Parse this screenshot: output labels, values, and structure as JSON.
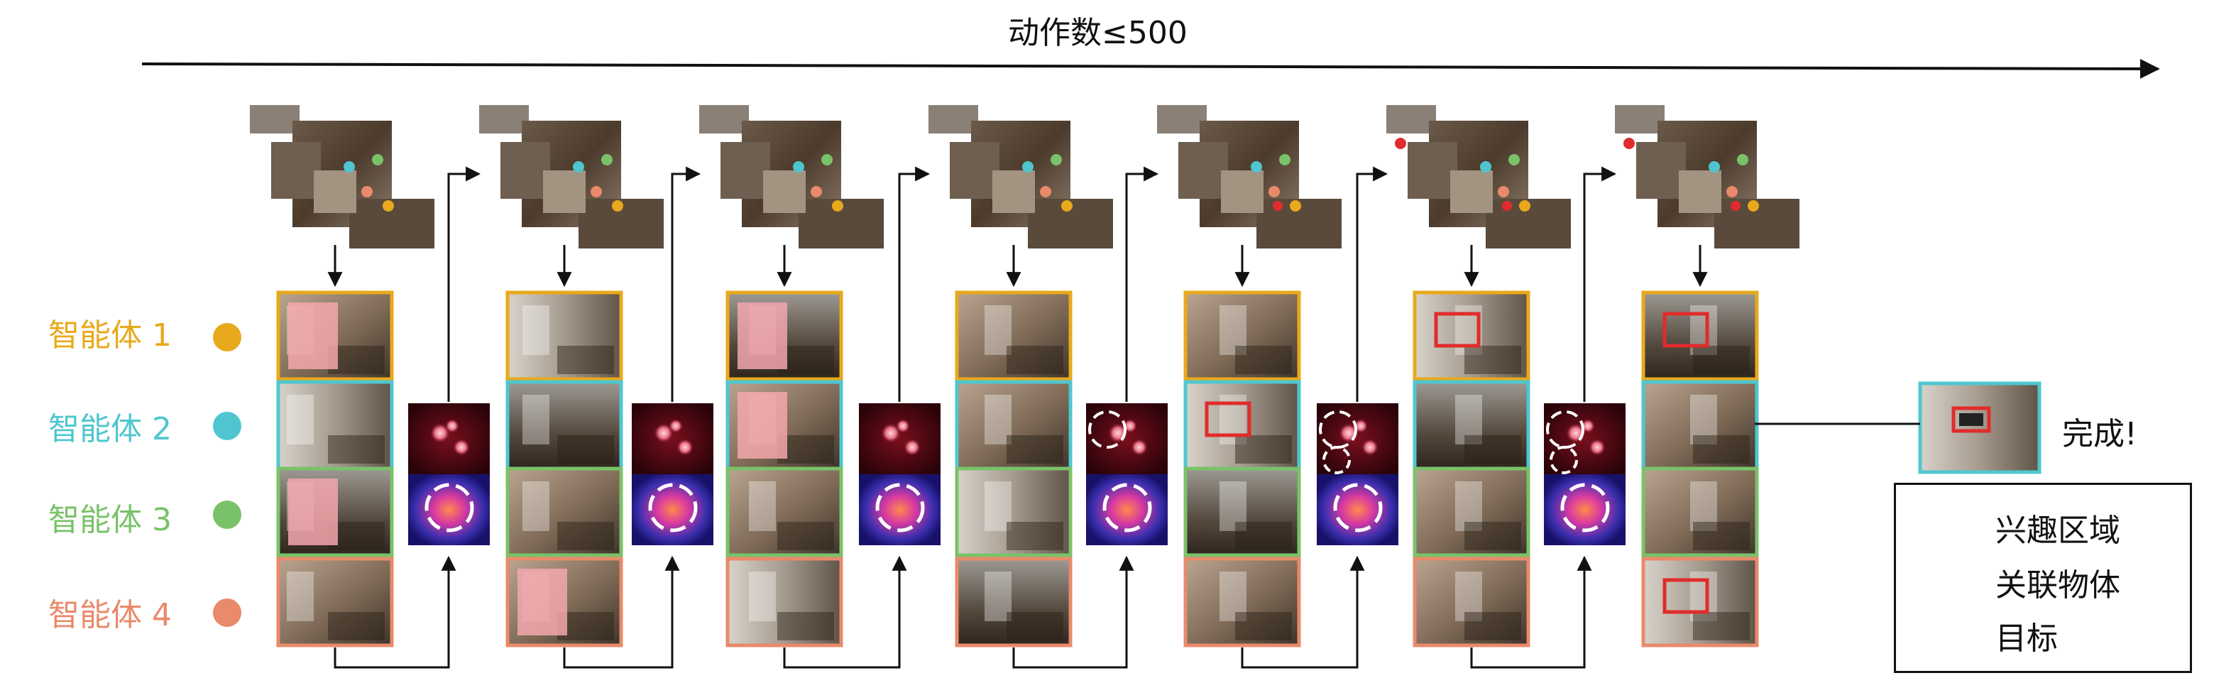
{
  "title": "动作数≤500",
  "agents": [
    {
      "label": "智能体 1",
      "color": "#e8a91c"
    },
    {
      "label": "智能体 2",
      "color": "#4fc6cf"
    },
    {
      "label": "智能体 3",
      "color": "#7ac269"
    },
    {
      "label": "智能体 4",
      "color": "#e98a6a"
    }
  ],
  "completion_label": "完成!",
  "legend": {
    "region_of_interest": "兴趣区域",
    "related_object": "关联物体",
    "target": "目标"
  },
  "colors": {
    "agent1": "#e8a91c",
    "agent2": "#4fc6cf",
    "agent3": "#7ac269",
    "agent4": "#e98a6a",
    "related_object": "#f3a7ad",
    "target": "#e02c2c",
    "arrow": "#111111"
  },
  "icons": [
    "floor-plan-map",
    "first-person-view",
    "heatmap",
    "dashed-circle-icon",
    "star-icon"
  ]
}
